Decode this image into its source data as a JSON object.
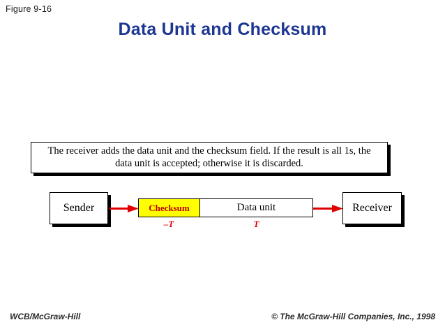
{
  "slide": {
    "figure_label": "Figure 9-16",
    "title": "Data Unit and Checksum",
    "background_color": "#FFFFFF",
    "title_color": "#1D3693"
  },
  "explanation": {
    "text": "The receiver adds the data unit and the checksum field. If the result is all 1s, the data unit is accepted;  otherwise it is discarded."
  },
  "diagram": {
    "sender_label": "Sender",
    "receiver_label": "Receiver",
    "frame": {
      "checksum_label": "Checksum",
      "checksum_value_label": "–T",
      "checksum_fill": "#FFFF00",
      "checksum_text_color": "#C00000",
      "data_unit_label": "Data unit",
      "data_unit_value_label": "T",
      "data_unit_fill": "#FFFFFF"
    },
    "arrows": [
      {
        "name": "sender-to-frame",
        "direction": "right",
        "color": "#E00000"
      },
      {
        "name": "frame-to-receiver",
        "direction": "right",
        "color": "#E00000"
      }
    ]
  },
  "footer": {
    "left": "WCB/McGraw-Hill",
    "right": "© The McGraw-Hill Companies, Inc., 1998"
  }
}
